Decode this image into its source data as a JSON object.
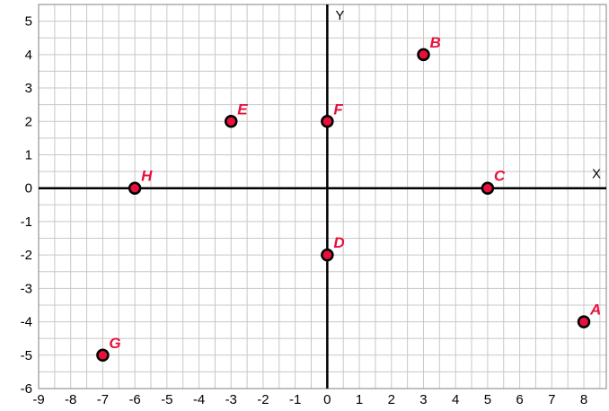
{
  "chart_data": {
    "type": "scatter",
    "title": "",
    "xlabel": "X",
    "ylabel": "Y",
    "xlim": [
      -9,
      8.7
    ],
    "ylim": [
      -6,
      5.5
    ],
    "xticks": [
      -9,
      -8,
      -7,
      -6,
      -5,
      -4,
      -3,
      -2,
      -1,
      0,
      1,
      2,
      3,
      4,
      5,
      6,
      7,
      8
    ],
    "yticks": [
      -6,
      -5,
      -4,
      -3,
      -2,
      -1,
      0,
      1,
      2,
      3,
      4,
      5
    ],
    "grid": true,
    "grid_step": 0.5,
    "colors": {
      "point_fill": "#e8103c",
      "point_stroke": "#000000",
      "label": "#e8103c",
      "grid": "#c8c8c8",
      "axis": "#000000"
    },
    "points": [
      {
        "label": "A",
        "x": 8,
        "y": -4
      },
      {
        "label": "B",
        "x": 3,
        "y": 4
      },
      {
        "label": "C",
        "x": 5,
        "y": 0
      },
      {
        "label": "D",
        "x": 0,
        "y": -2
      },
      {
        "label": "E",
        "x": -3,
        "y": 2
      },
      {
        "label": "F",
        "x": 0,
        "y": 2
      },
      {
        "label": "G",
        "x": -7,
        "y": -5
      },
      {
        "label": "H",
        "x": -6,
        "y": 0
      }
    ]
  }
}
